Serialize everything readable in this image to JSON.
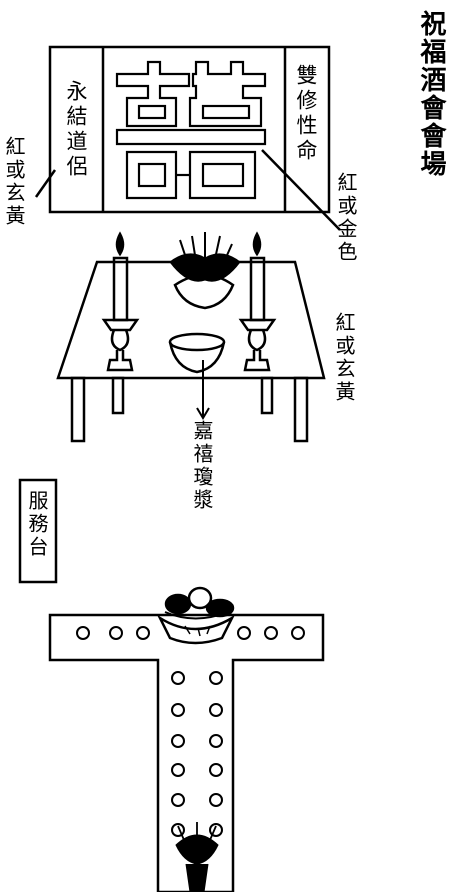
{
  "page_title": "祝福酒會會場",
  "banner": {
    "left_couplet": "永結道侶",
    "right_couplet": "雙修性命",
    "center_symbol": "囍"
  },
  "annotations": {
    "banner_left_color": "紅或玄黃",
    "banner_right_color": "紅或金色",
    "table_color": "紅或玄黃",
    "bowl_label": "嘉禧瓊漿"
  },
  "service_counter": "服務台",
  "colors": {
    "ink": "#000000",
    "paper": "#ffffff"
  }
}
